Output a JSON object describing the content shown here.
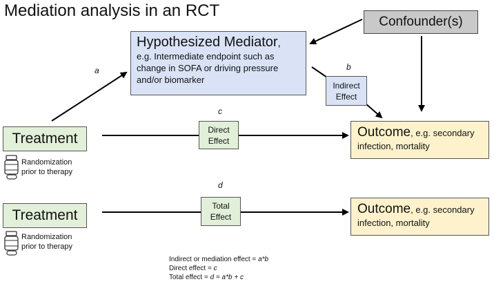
{
  "title": "Mediation analysis in an RCT",
  "mediator": {
    "title": "Hypothesized Mediator",
    "title_suffix": ",",
    "lines": [
      "e.g. Intermediate endpoint such as",
      "change in SOFA or driving pressure",
      "and/or biomarker"
    ]
  },
  "confounder": "Confounder(s)",
  "paths": {
    "a": "a",
    "b": "b",
    "c": "c",
    "d": "d"
  },
  "effects": {
    "indirect": [
      "Indirect",
      "Effect"
    ],
    "direct": [
      "Direct",
      "Effect"
    ],
    "total": [
      "Total",
      "Effect"
    ]
  },
  "treatment": "Treatment",
  "randomization": [
    "Randomization",
    "prior to therapy"
  ],
  "outcome": {
    "main": "Outcome",
    "rest": ", e.g. secondary",
    "line2": "infection, mortality"
  },
  "formulas": {
    "indirect_prefix": "Indirect or mediation effect = ",
    "indirect_expr": "a*b",
    "direct_prefix": "Direct effect = ",
    "direct_expr": "c",
    "total_prefix": "Total effect = ",
    "total_expr": "d = a*b + c"
  },
  "icon_names": [
    "medicine-bottle-icon",
    "pill-icon"
  ]
}
